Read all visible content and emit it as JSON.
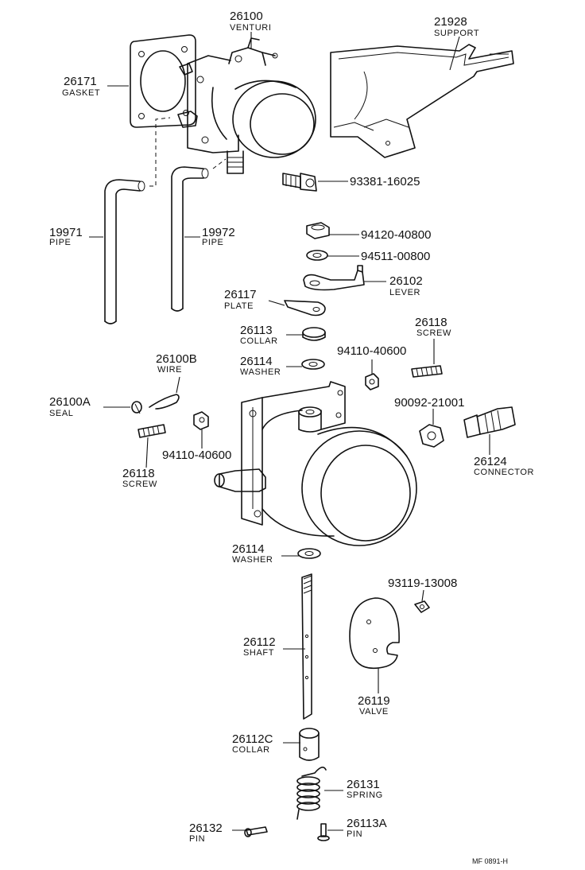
{
  "footer_code": "MF  0891-H",
  "labels": {
    "p26100": {
      "num": "26100",
      "name": "VENTURI"
    },
    "p21928": {
      "num": "21928",
      "name": "SUPPORT"
    },
    "p26171": {
      "num": "26171",
      "name": "GASKET"
    },
    "p93381": {
      "num": "93381-16025"
    },
    "p19971": {
      "num": "19971",
      "name": "PIPE"
    },
    "p19972": {
      "num": "19972",
      "name": "PIPE"
    },
    "p94120": {
      "num": "94120-40800"
    },
    "p94511": {
      "num": "94511-00800"
    },
    "p26102": {
      "num": "26102",
      "name": "LEVER"
    },
    "p26117": {
      "num": "26117",
      "name": "PLATE"
    },
    "p26113": {
      "num": "26113",
      "name": "COLLAR"
    },
    "p26118a": {
      "num": "26118",
      "name": "SCREW"
    },
    "p26114a": {
      "num": "26114",
      "name": "WASHER"
    },
    "p94110a": {
      "num": "94110-40600"
    },
    "p26100b": {
      "num": "26100B",
      "name": "WIRE"
    },
    "p26100a": {
      "num": "26100A",
      "name": "SEAL"
    },
    "p90092": {
      "num": "90092-21001"
    },
    "p94110b": {
      "num": "94110-40600"
    },
    "p26118b": {
      "num": "26118",
      "name": "SCREW"
    },
    "p26124": {
      "num": "26124",
      "name": "CONNECTOR"
    },
    "p26114b": {
      "num": "26114",
      "name": "WASHER"
    },
    "p93119": {
      "num": "93119-13008"
    },
    "p26112": {
      "num": "26112",
      "name": "SHAFT"
    },
    "p26119": {
      "num": "26119",
      "name": "VALVE"
    },
    "p26112c": {
      "num": "26112C",
      "name": "COLLAR"
    },
    "p26131": {
      "num": "26131",
      "name": "SPRING"
    },
    "p26132": {
      "num": "26132",
      "name": "PIN"
    },
    "p26113a": {
      "num": "26113A",
      "name": "PIN"
    }
  }
}
